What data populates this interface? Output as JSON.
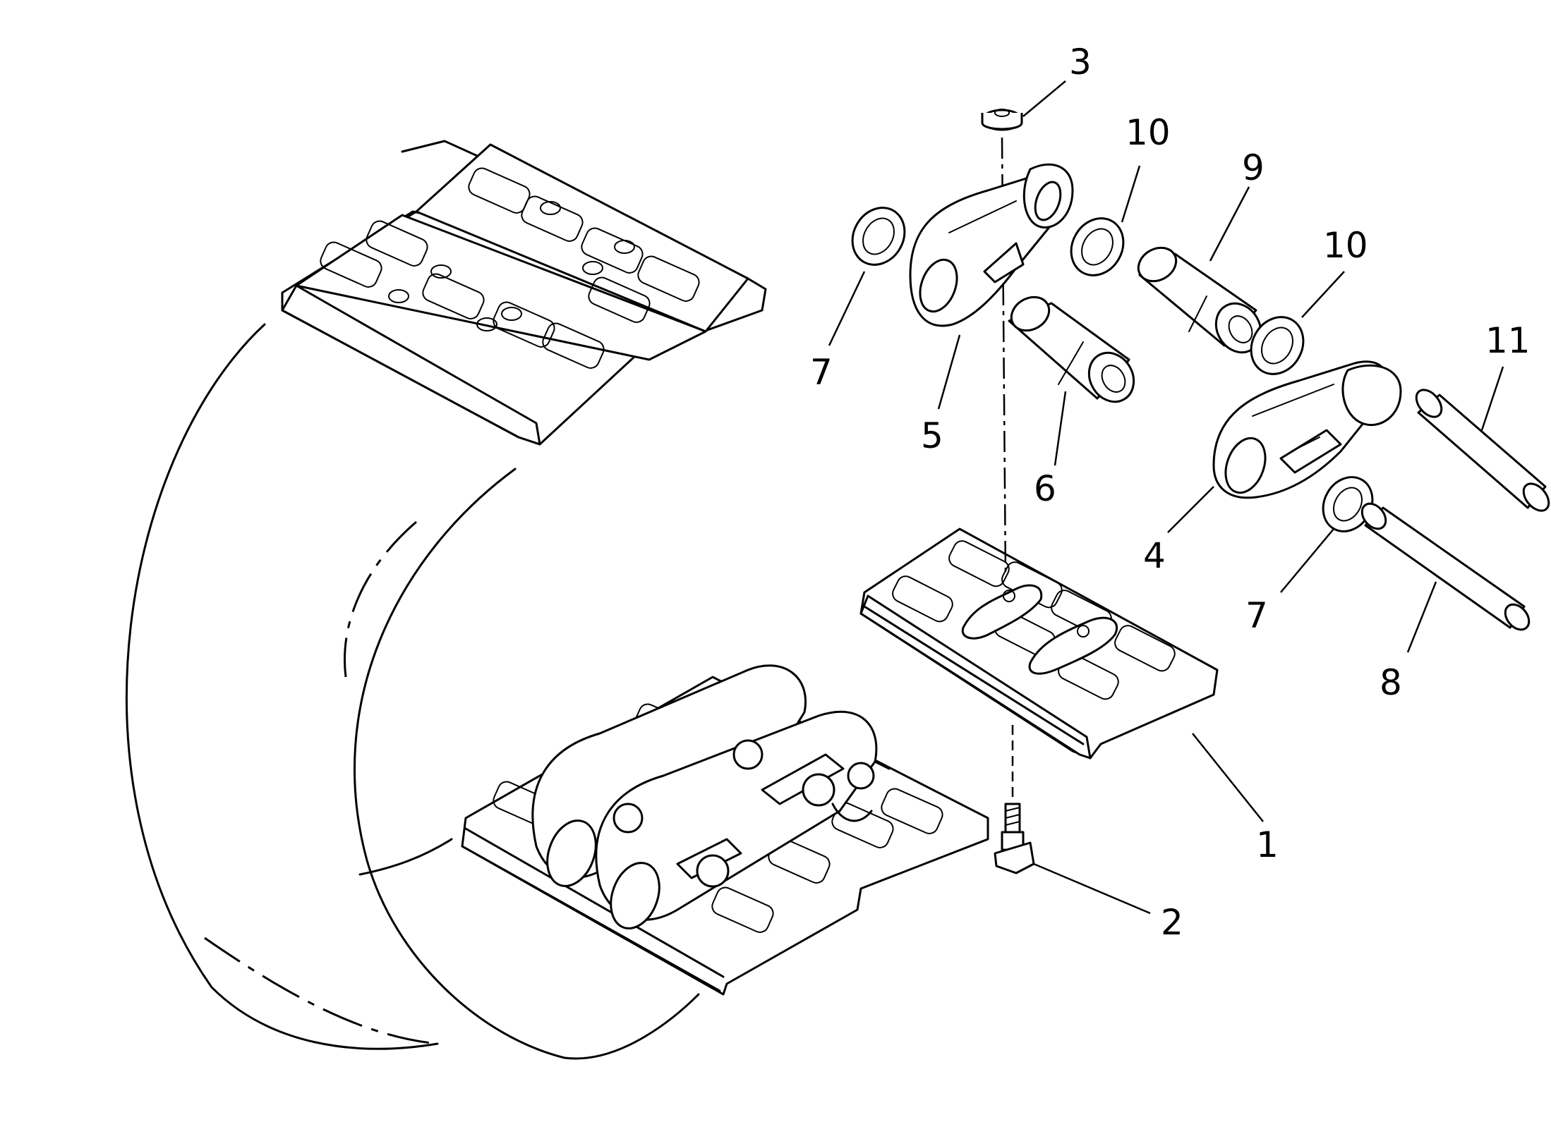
{
  "diagram": {
    "callouts": [
      {
        "id": "c1",
        "label": "1"
      },
      {
        "id": "c2",
        "label": "2"
      },
      {
        "id": "c3",
        "label": "3"
      },
      {
        "id": "c4",
        "label": "4"
      },
      {
        "id": "c5",
        "label": "5"
      },
      {
        "id": "c6",
        "label": "6"
      },
      {
        "id": "c7a",
        "label": "7"
      },
      {
        "id": "c7b",
        "label": "7"
      },
      {
        "id": "c8",
        "label": "8"
      },
      {
        "id": "c9",
        "label": "9"
      },
      {
        "id": "c10a",
        "label": "10"
      },
      {
        "id": "c10b",
        "label": "10"
      },
      {
        "id": "c11",
        "label": "11"
      }
    ]
  }
}
